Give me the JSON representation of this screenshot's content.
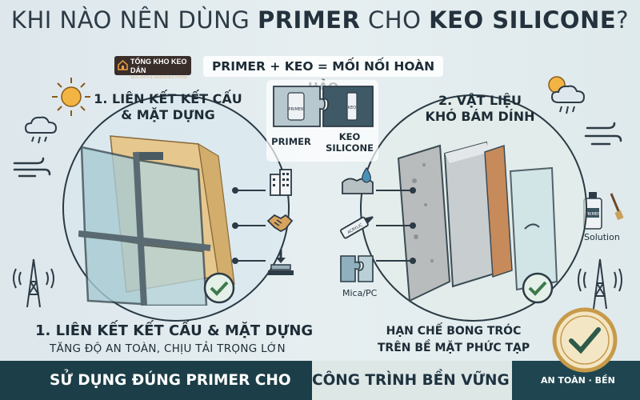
{
  "title": {
    "part1": "KHI NÀO NÊN DÙNG ",
    "bold1": "PRIMER",
    "part2": " CHO ",
    "bold2": "KEO SILICONE",
    "part3": "?"
  },
  "logo": {
    "text": "TỔNG KHO KEO DÁN",
    "sub": "SEALANTS & ADHESIVES STORE"
  },
  "formula": "PRIMER + KEO = MỐI NỐI HOÀN HẢO",
  "puzzle": {
    "left_label": "PRIMER",
    "right_label_line1": "KEO",
    "right_label_line2": "SILICONE",
    "left_piece_text": "PRIMER",
    "right_piece_text": "KEO"
  },
  "left_panel": {
    "heading_line1": "1. LIÊN KẾT KẾT CẤU",
    "heading_line2": "& MẶT DỰNG",
    "bottom_title": "1. LIÊN KẾT KẾT CẤU & MẶT DỰNG",
    "bottom_sub": "TĂNG ĐỘ AN TOÀN, CHỊU TẢI TRỌNG LỚN"
  },
  "right_panel": {
    "heading_line1": "2. VẬT LIỆU",
    "heading_line2": "KHÓ BÁM DÍNH",
    "bottom_line1": "HẠN CHẾ BONG TRÓC",
    "bottom_line2": "TRÊN BỀ MẶT PHỨC TẠP",
    "label_mica": "Mica/PC",
    "label_solution": "Solution",
    "tube_text": "ACRYLIC",
    "bottle_text": "PRIMER"
  },
  "footer": {
    "left": "SỬ DỤNG ĐÚNG PRIMER CHO ",
    "mid": "CÔNG TRÌNH BỀN VỮNG",
    "right": "AN TOÀN · BỀN VỮNG"
  },
  "colors": {
    "dark": "#1c3e48",
    "accent_green": "#3d7a4e",
    "gold": "#c79a4a"
  }
}
